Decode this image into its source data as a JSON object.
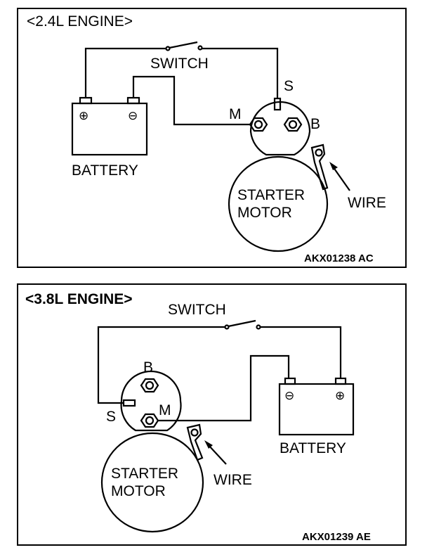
{
  "diagrams": [
    {
      "title": "<2.4L ENGINE>",
      "code": "AKX01238 AC",
      "labels": {
        "switch": "SWITCH",
        "battery": "BATTERY",
        "terminal_s": "S",
        "terminal_m": "M",
        "terminal_b": "B",
        "starter_line1": "STARTER",
        "starter_line2": "MOTOR",
        "wire": "WIRE",
        "battery_pos": "⊕",
        "battery_neg": "⊖"
      }
    },
    {
      "title": "<3.8L ENGINE>",
      "code": "AKX01239 AE",
      "labels": {
        "switch": "SWITCH",
        "battery": "BATTERY",
        "terminal_s": "S",
        "terminal_m": "M",
        "terminal_b": "B",
        "starter_line1": "STARTER",
        "starter_line2": "MOTOR",
        "wire": "WIRE",
        "battery_pos": "⊕",
        "battery_neg": "⊖"
      }
    }
  ]
}
